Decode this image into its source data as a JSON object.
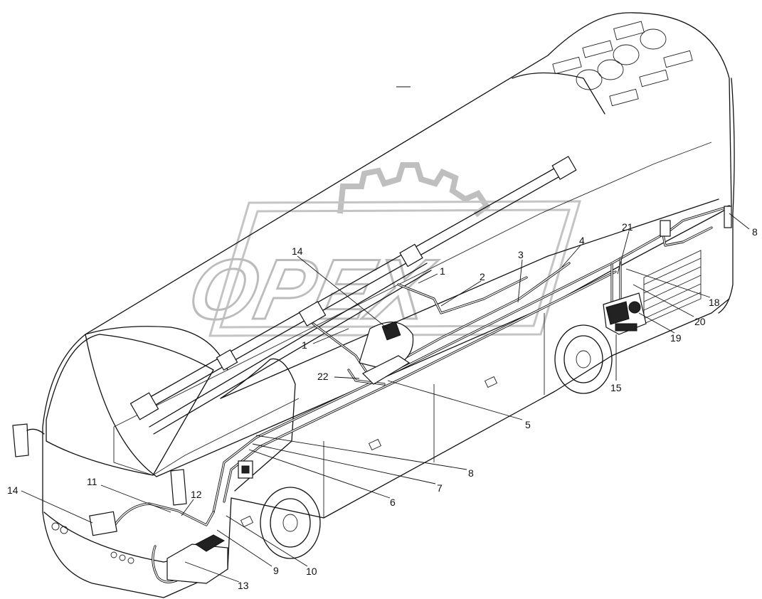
{
  "watermark": {
    "text": "OPEX"
  },
  "callouts": [
    {
      "id": "c1a",
      "label": "1"
    },
    {
      "id": "c1b",
      "label": "1"
    },
    {
      "id": "c2",
      "label": "2"
    },
    {
      "id": "c3",
      "label": "3"
    },
    {
      "id": "c4",
      "label": "4"
    },
    {
      "id": "c5",
      "label": "5"
    },
    {
      "id": "c6",
      "label": "6"
    },
    {
      "id": "c7",
      "label": "7"
    },
    {
      "id": "c8a",
      "label": "8"
    },
    {
      "id": "c8b",
      "label": "8"
    },
    {
      "id": "c9",
      "label": "9"
    },
    {
      "id": "c10",
      "label": "10"
    },
    {
      "id": "c11",
      "label": "11"
    },
    {
      "id": "c12",
      "label": "12"
    },
    {
      "id": "c13",
      "label": "13"
    },
    {
      "id": "c14a",
      "label": "14"
    },
    {
      "id": "c14b",
      "label": "14"
    },
    {
      "id": "c15",
      "label": "15"
    },
    {
      "id": "c18",
      "label": "18"
    },
    {
      "id": "c19",
      "label": "19"
    },
    {
      "id": "c20",
      "label": "20"
    },
    {
      "id": "c21",
      "label": "21"
    },
    {
      "id": "c22",
      "label": "22"
    }
  ]
}
